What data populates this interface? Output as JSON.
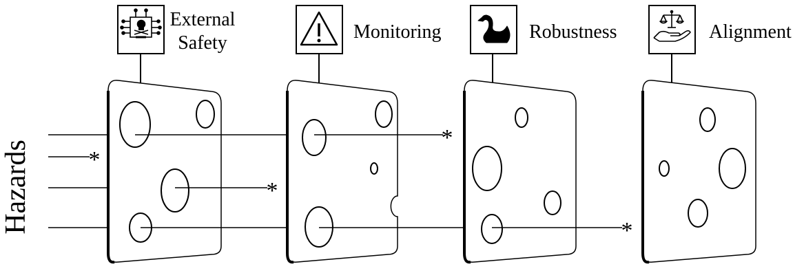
{
  "axis_label": "Hazards",
  "layers": [
    {
      "label_lines": [
        "External",
        "Safety"
      ],
      "icon": "skull-circuit-icon"
    },
    {
      "label_lines": [
        "Monitoring"
      ],
      "icon": "warning-triangle-icon"
    },
    {
      "label_lines": [
        "Robustness"
      ],
      "icon": "black-swan-icon"
    },
    {
      "label_lines": [
        "Alignment"
      ],
      "icon": "hand-scales-icon"
    }
  ],
  "hazard_marker": "*",
  "colors": {
    "stroke": "#000000",
    "background": "#ffffff"
  }
}
